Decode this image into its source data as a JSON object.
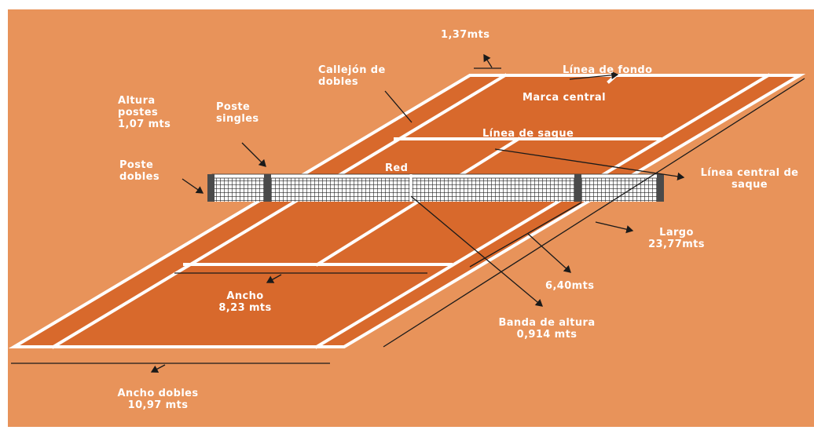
{
  "colors": {
    "background": "#e8935a",
    "court": "#d8692c",
    "lines": "#ffffff",
    "net_post": "#4a4a4a",
    "arrows": "#1a1a1a"
  },
  "labels": {
    "height_1_37": "1,37mts",
    "linea_fondo": "Línea de fondo",
    "callejon": "Callejón de\ndobles",
    "altura_postes": "Altura\npostes\n1,07 mts",
    "poste_singles": "Poste\nsingles",
    "marca_central": "Marca central",
    "linea_saque": "Línea de saque",
    "poste_dobles": "Poste\ndobles",
    "red": "Red",
    "linea_central_saque": "Línea central de\nsaque",
    "largo": "Largo\n23,77mts",
    "ancho": "Ancho\n8,23 mts",
    "d_640": "6,40mts",
    "banda_altura": "Banda de altura\n0,914 mts",
    "ancho_dobles": "Ancho dobles\n10,97 mts"
  }
}
